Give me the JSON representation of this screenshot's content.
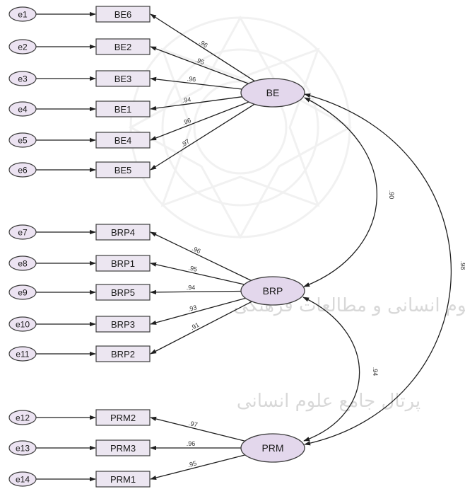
{
  "colors": {
    "latent_fill": "#e3d7ec",
    "latent_stroke": "#3d3d3d",
    "error_fill": "#ece3f2",
    "box_fill": "#ece6f1",
    "box_stroke": "#3d3d3d",
    "arrow": "#1f1f1f",
    "watermark": "#cfcfcf"
  },
  "latents": [
    {
      "id": "BE",
      "label": "BE"
    },
    {
      "id": "BRP",
      "label": "BRP"
    },
    {
      "id": "PRM",
      "label": "PRM"
    }
  ],
  "indicators": [
    {
      "error": "e1",
      "label": "BE6",
      "latent": "BE",
      "loading": ".96"
    },
    {
      "error": "e2",
      "label": "BE2",
      "latent": "BE",
      "loading": ".95"
    },
    {
      "error": "e3",
      "label": "BE3",
      "latent": "BE",
      "loading": ".96"
    },
    {
      "error": "e4",
      "label": "BE1",
      "latent": "BE",
      "loading": ".94"
    },
    {
      "error": "e5",
      "label": "BE4",
      "latent": "BE",
      "loading": ".96"
    },
    {
      "error": "e6",
      "label": "BE5",
      "latent": "BE",
      "loading": ".97"
    },
    {
      "error": "e7",
      "label": "BRP4",
      "latent": "BRP",
      "loading": ".96"
    },
    {
      "error": "e8",
      "label": "BRP1",
      "latent": "BRP",
      "loading": ".95"
    },
    {
      "error": "e9",
      "label": "BRP5",
      "latent": "BRP",
      "loading": ".94"
    },
    {
      "error": "e10",
      "label": "BRP3",
      "latent": "BRP",
      "loading": ".93"
    },
    {
      "error": "e11",
      "label": "BRP2",
      "latent": "BRP",
      "loading": ".91"
    },
    {
      "error": "e12",
      "label": "PRM2",
      "latent": "PRM",
      "loading": ".97"
    },
    {
      "error": "e13",
      "label": "PRM3",
      "latent": "PRM",
      "loading": ".96"
    },
    {
      "error": "e14",
      "label": "PRM1",
      "latent": "PRM",
      "loading": ".95"
    }
  ],
  "correlations": [
    {
      "from": "BE",
      "to": "BRP",
      "value": ".90"
    },
    {
      "from": "BRP",
      "to": "PRM",
      "value": ".94"
    },
    {
      "from": "BE",
      "to": "PRM",
      "value": ".98"
    }
  ],
  "watermark": {
    "line1": "پژوهشگاه علوم انسانی و مطالعات فرهنگی",
    "line2": "پرتال جامع علوم انسانی"
  }
}
